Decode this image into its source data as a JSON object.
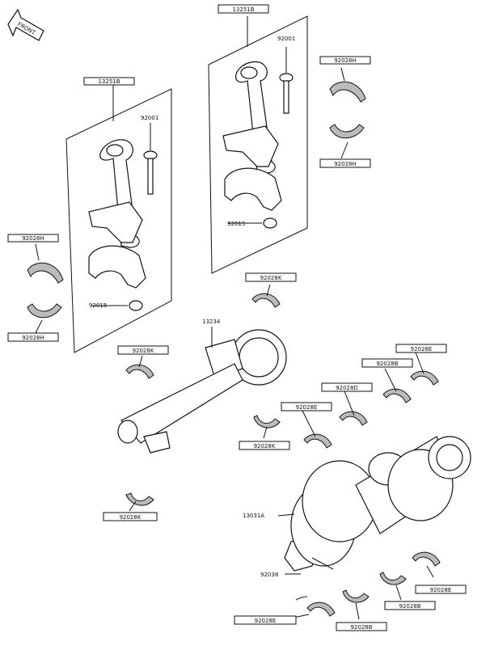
{
  "diagram": {
    "front_mark": "FRONT",
    "labels": {
      "conrod_assy_left": "13251B",
      "conrod_assy_right": "13251B",
      "bolt_left": "92001",
      "bolt_right": "92001",
      "nut_left": "92015",
      "nut_right": "92015",
      "bearing_l1": "92028H",
      "bearing_l2": "92028H",
      "bearing_r1": "92028H",
      "bearing_r2": "92028H",
      "bearing_k1": "92028K",
      "bearing_k2": "92028K",
      "bearing_k3": "92028K",
      "bearing_k4": "92028K",
      "balancer": "13234",
      "bearing_e1": "92028E",
      "bearing_b1": "92028B",
      "bearing_d1": "92028D",
      "bearing_e2": "92028E",
      "crankshaft": "13031A",
      "key": "92038",
      "bearing_e3": "92028E",
      "bearing_b2": "92028B",
      "bearing_e4": "92028E",
      "bearing_b3": "92028B"
    }
  }
}
